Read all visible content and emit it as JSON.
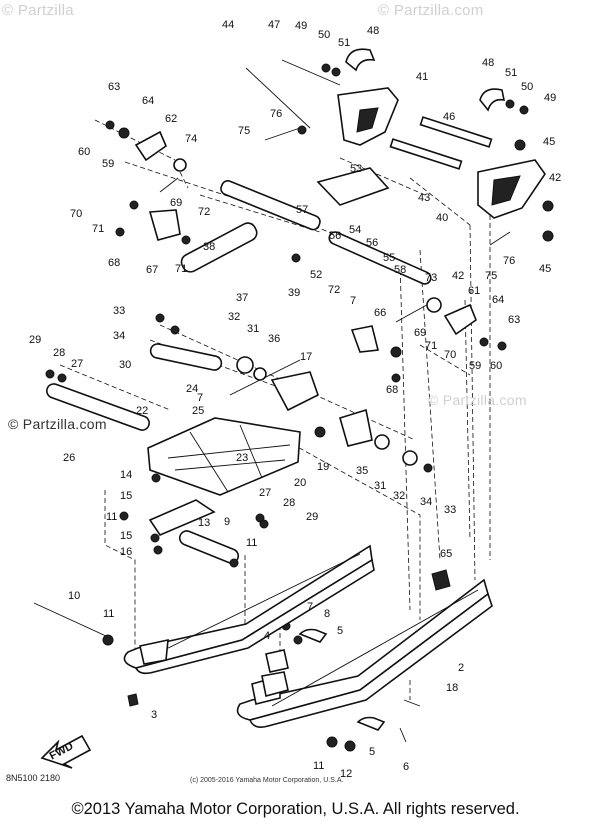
{
  "watermarks": {
    "top_left": "© Partzilla",
    "top_right": "© Partzilla.com",
    "mid_right": "© Partzilla.com",
    "mid_left": "© Partzilla.com"
  },
  "diagram_code": "8N5100 2180",
  "copyright_small": "(c) 2005-2016 Yamaha Motor Corporation, U.S.A.",
  "copyright": "©2013 Yamaha Motor Corporation, U.S.A. All rights reserved.",
  "front_arrow_label": "FWD",
  "callouts": [
    "44",
    "47",
    "49",
    "50",
    "51",
    "48",
    "41",
    "48",
    "51",
    "50",
    "49",
    "63",
    "64",
    "62",
    "74",
    "76",
    "75",
    "46",
    "45",
    "60",
    "59",
    "53",
    "43",
    "42",
    "57",
    "40",
    "70",
    "71",
    "69",
    "72",
    "54",
    "56",
    "38",
    "56",
    "55",
    "67",
    "71",
    "68",
    "52",
    "58",
    "37",
    "39",
    "72",
    "7",
    "73",
    "61",
    "42",
    "75",
    "76",
    "45",
    "33",
    "32",
    "31",
    "36",
    "34",
    "66",
    "64",
    "63",
    "29",
    "28",
    "27",
    "30",
    "17",
    "69",
    "71",
    "70",
    "59",
    "60",
    "68",
    "24",
    "7",
    "25",
    "22",
    "26",
    "23",
    "19",
    "35",
    "31",
    "32",
    "34",
    "33",
    "14",
    "20",
    "27",
    "28",
    "29",
    "15",
    "13",
    "9",
    "11",
    "15",
    "16",
    "11",
    "65",
    "10",
    "11",
    "7",
    "8",
    "5",
    "4",
    "2",
    "3",
    "18",
    "11",
    "5",
    "6",
    "12"
  ]
}
